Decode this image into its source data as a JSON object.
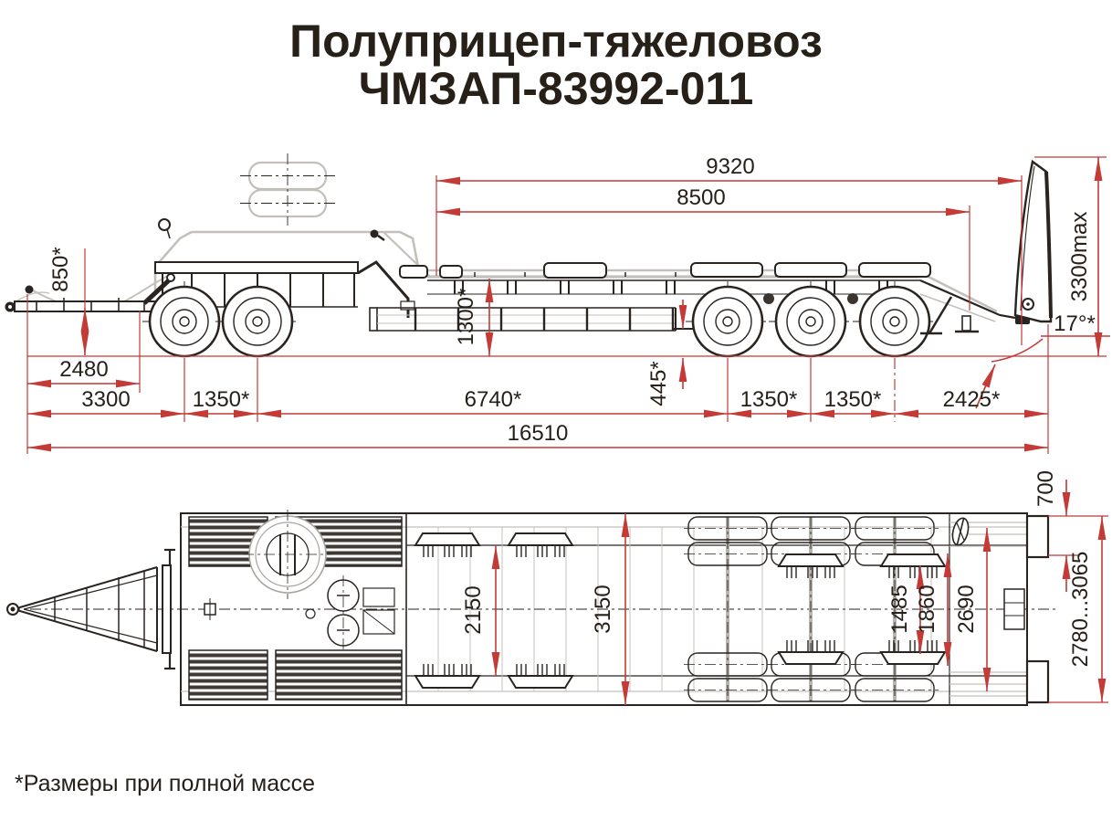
{
  "title": {
    "line1": "Полуприцеп-тяжеловоз",
    "line2": "ЧМЗАП-83992-011"
  },
  "footnote": "*Размеры при полной массе",
  "colors": {
    "dimension_red": "#c43a36",
    "drawing_black": "#2a2420",
    "drawing_gray": "#c3c0bb",
    "background": "#ffffff"
  },
  "side_view": {
    "dims": {
      "platform_front_to_rear_bumper": "9320",
      "platform_length": "8500",
      "ramp_height_max": "3300max",
      "drawbar_height": "850*",
      "loading_height": "1300*",
      "rear_frame_height": "445*",
      "ramp_angle": "17°*",
      "eye_to_bogie_pivot": "2480",
      "eye_to_first_axle": "3300",
      "front_axle_spacing": "1350*",
      "base_wheelbase": "6740*",
      "rear_axle_spacing_1": "1350*",
      "rear_axle_spacing_2": "1350*",
      "rear_overhang": "2425*",
      "overall_length": "16510"
    }
  },
  "plan_view": {
    "dims": {
      "ramp_width": "700",
      "frame_inner_width": "2150",
      "overall_width": "3150",
      "track_inner": "1485",
      "track_mid": "1860",
      "track_outer": "2690",
      "ramp_spacing_range": "2780...3065"
    }
  }
}
